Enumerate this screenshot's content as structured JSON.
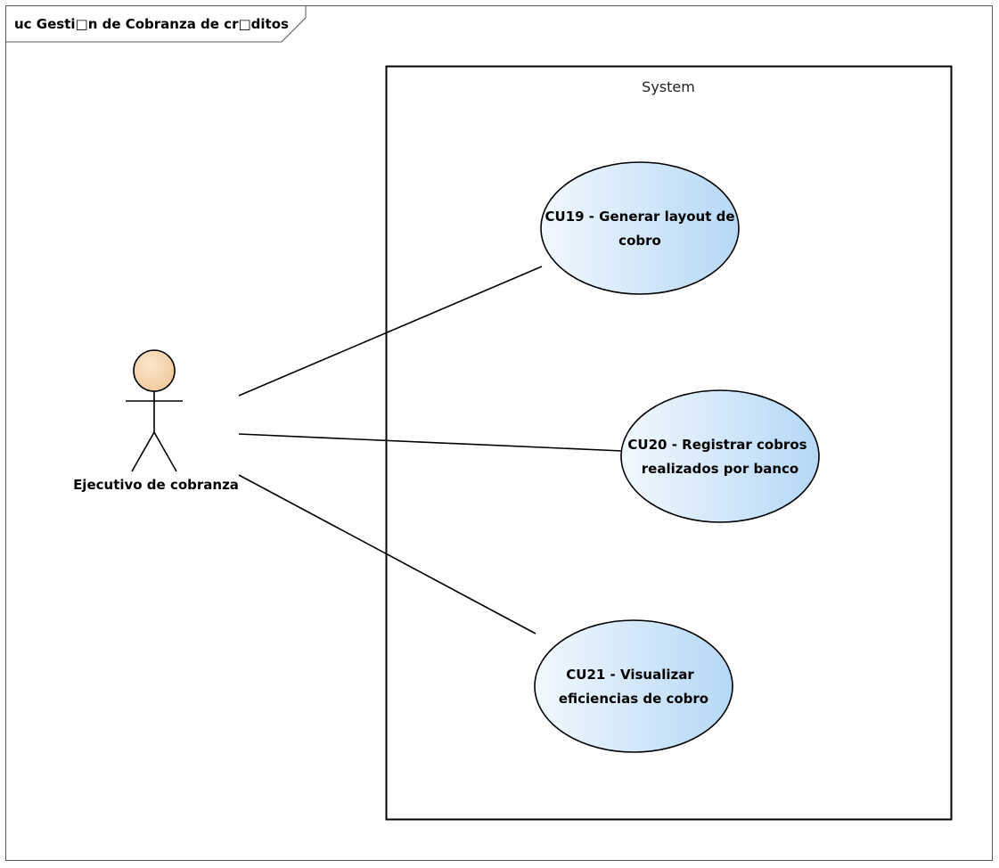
{
  "diagram": {
    "frame_title": "uc Gesti□n de Cobranza de cr□ditos",
    "system_boundary": "System",
    "actor": {
      "name": "Ejecutivo de cobranza"
    },
    "use_cases": [
      {
        "id": "cu19",
        "lines": [
          "CU19 - Generar layout de",
          "cobro"
        ]
      },
      {
        "id": "cu20",
        "lines": [
          "CU20 - Registrar cobros",
          "realizados por banco"
        ]
      },
      {
        "id": "cu21",
        "lines": [
          "CU21 - Visualizar",
          "eficiencias de cobro"
        ]
      }
    ],
    "colors": {
      "actor_head": "#f6d8b0",
      "use_case_fill_light": "#eef6fd",
      "use_case_fill_dark": "#b9dbf7",
      "stroke": "#000000"
    }
  }
}
